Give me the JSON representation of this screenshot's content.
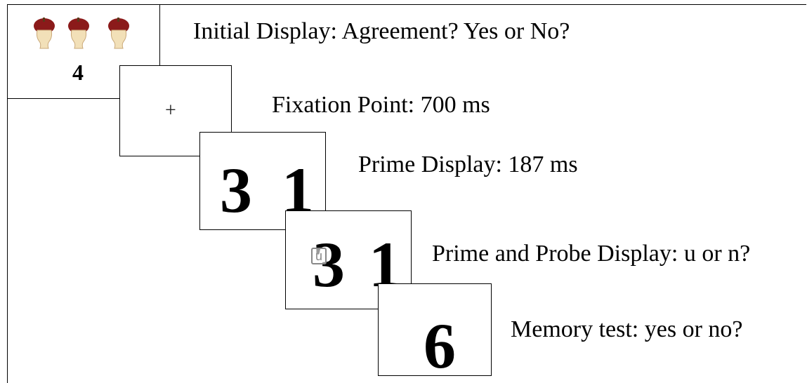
{
  "panels": [
    {
      "count": "4",
      "caption": "Initial Display: Agreement? Yes or No?"
    },
    {
      "fixation": "+",
      "caption": "Fixation Point: 700 ms"
    },
    {
      "digit_left": "3",
      "digit_right": "1",
      "caption": "Prime Display: 187 ms"
    },
    {
      "digit_left": "3",
      "digit_right": "1",
      "probe": "u",
      "caption": "Prime and Probe Display: u or n?"
    },
    {
      "digit": "6",
      "caption": "Memory test: yes or no?"
    }
  ],
  "icons": {
    "stimulus_item": "apple-core-icon",
    "stimulus_item_count": 3
  },
  "colors": {
    "apple_skin": "#8b1a1a",
    "apple_flesh": "#f2e0b8",
    "probe_gray": "#888888"
  }
}
